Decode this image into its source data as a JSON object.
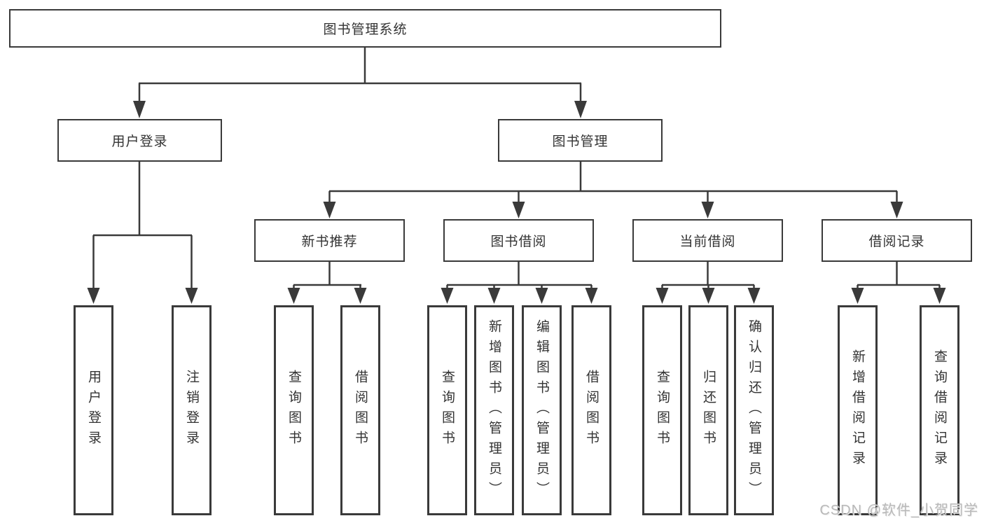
{
  "colors": {
    "line": "#3a3a3a",
    "text": "#333333",
    "background": "#ffffff",
    "watermark": "#b9b9b9"
  },
  "diagram": {
    "root": {
      "label": "图书管理系统"
    },
    "level2": [
      {
        "label": "用户登录"
      },
      {
        "label": "图书管理"
      }
    ],
    "level3": [
      {
        "label": "新书推荐"
      },
      {
        "label": "图书借阅"
      },
      {
        "label": "当前借阅"
      },
      {
        "label": "借阅记录"
      }
    ],
    "leaves": {
      "user_login": [
        {
          "label": "用户登录"
        },
        {
          "label": "注销登录"
        }
      ],
      "new_book_rec": [
        {
          "label": "查询图书"
        },
        {
          "label": "借阅图书"
        }
      ],
      "book_borrow": [
        {
          "label": "查询图书"
        },
        {
          "label": "新增图书（管理员）"
        },
        {
          "label": "编辑图书（管理员）"
        },
        {
          "label": "借阅图书"
        }
      ],
      "current_borrow": [
        {
          "label": "查询图书"
        },
        {
          "label": "归还图书"
        },
        {
          "label": "确认归还（管理员）"
        }
      ],
      "borrow_record": [
        {
          "label": "新增借阅记录"
        },
        {
          "label": "查询借阅记录"
        }
      ]
    }
  },
  "watermark": {
    "text": "CSDN @软件_小贺同学"
  }
}
